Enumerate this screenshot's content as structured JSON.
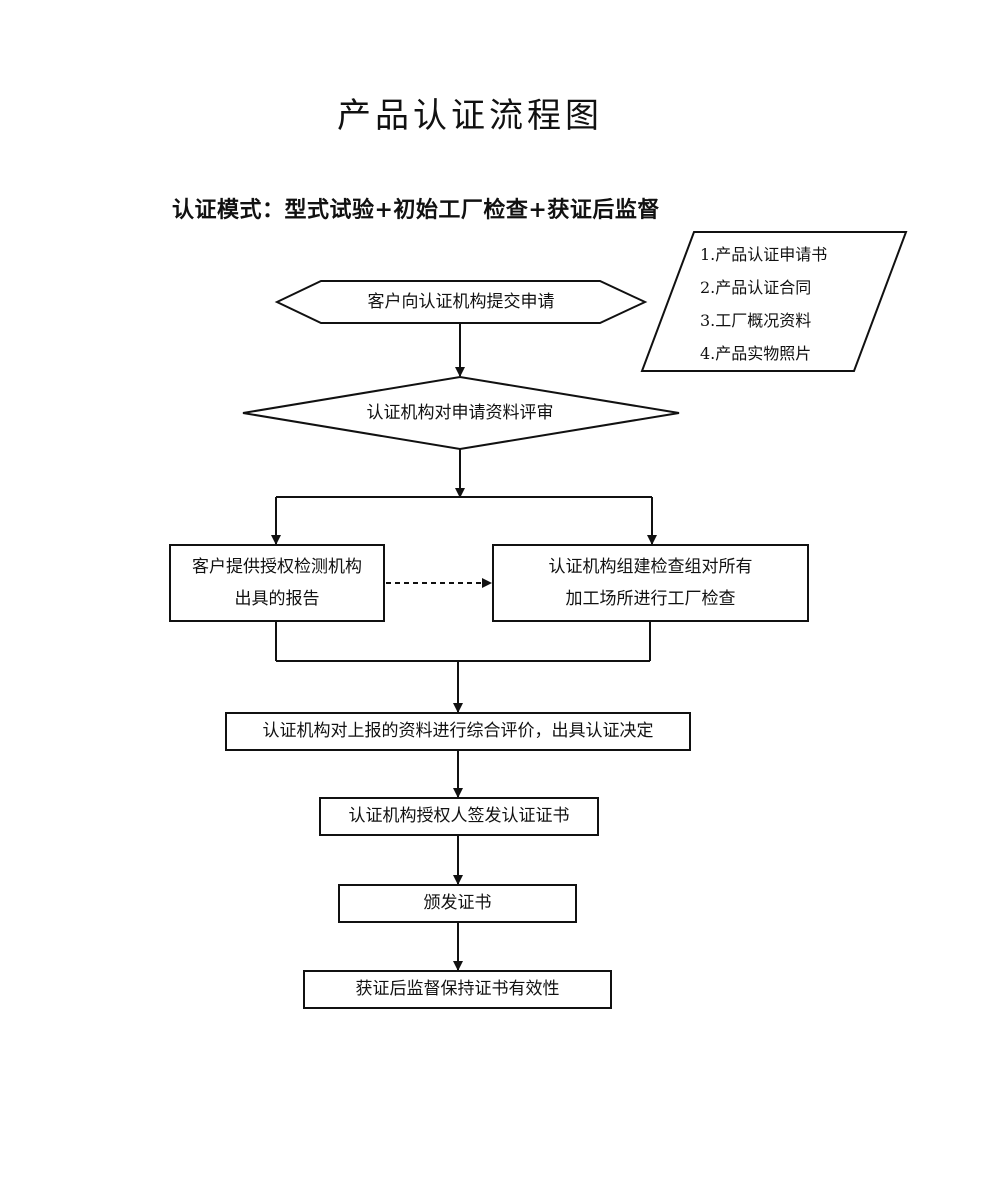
{
  "title": "产品认证流程图",
  "mode": "认证模式：型式试验+初始工厂检查+获证后监督",
  "documents": [
    "1.产品认证申请书",
    "2.产品认证合同",
    "3.工厂概况资料",
    "4.产品实物照片"
  ],
  "steps": {
    "submit": "客户向认证机构提交申请",
    "review": "认证机构对申请资料评审",
    "test_report_line1": "客户提供授权检测机构",
    "test_report_line2": "出具的报告",
    "inspection_line1": "认证机构组建检查组对所有",
    "inspection_line2": "加工场所进行工厂检查",
    "evaluate": "认证机构对上报的资料进行综合评价，出具认证决定",
    "sign": "认证机构授权人签发认证证书",
    "issue": "颁发证书",
    "surveillance": "获证后监督保持证书有效性"
  }
}
